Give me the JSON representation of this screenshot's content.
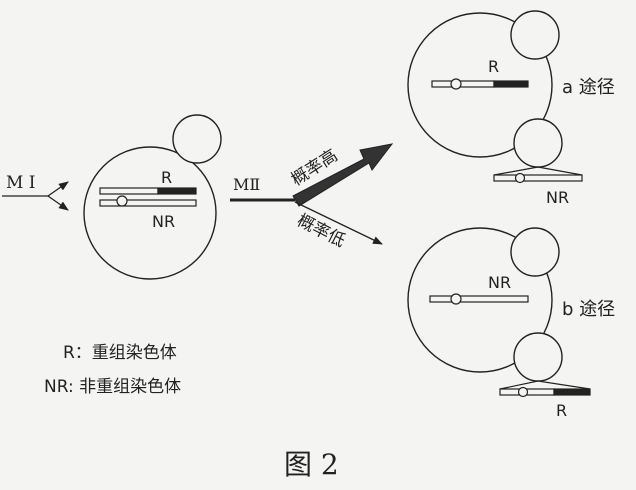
{
  "figure": {
    "caption": "图 2",
    "meiosis_I_label": "M I",
    "meiosis_II_label": "MⅡ",
    "prob_high_label": "概率高",
    "prob_low_label": "概率低",
    "cell_left": {
      "label_top": "R",
      "label_bottom": "NR"
    },
    "path_a": {
      "label": "a 途径",
      "egg_chromosome_label": "R",
      "polar_body_chromosome_label": "NR"
    },
    "path_b": {
      "label": "b 途径",
      "egg_chromosome_label": "NR",
      "polar_body_chromosome_label": "R"
    },
    "legend": {
      "line_1": "R：重组染色体",
      "line_2": "NR: 非重组染色体"
    }
  }
}
